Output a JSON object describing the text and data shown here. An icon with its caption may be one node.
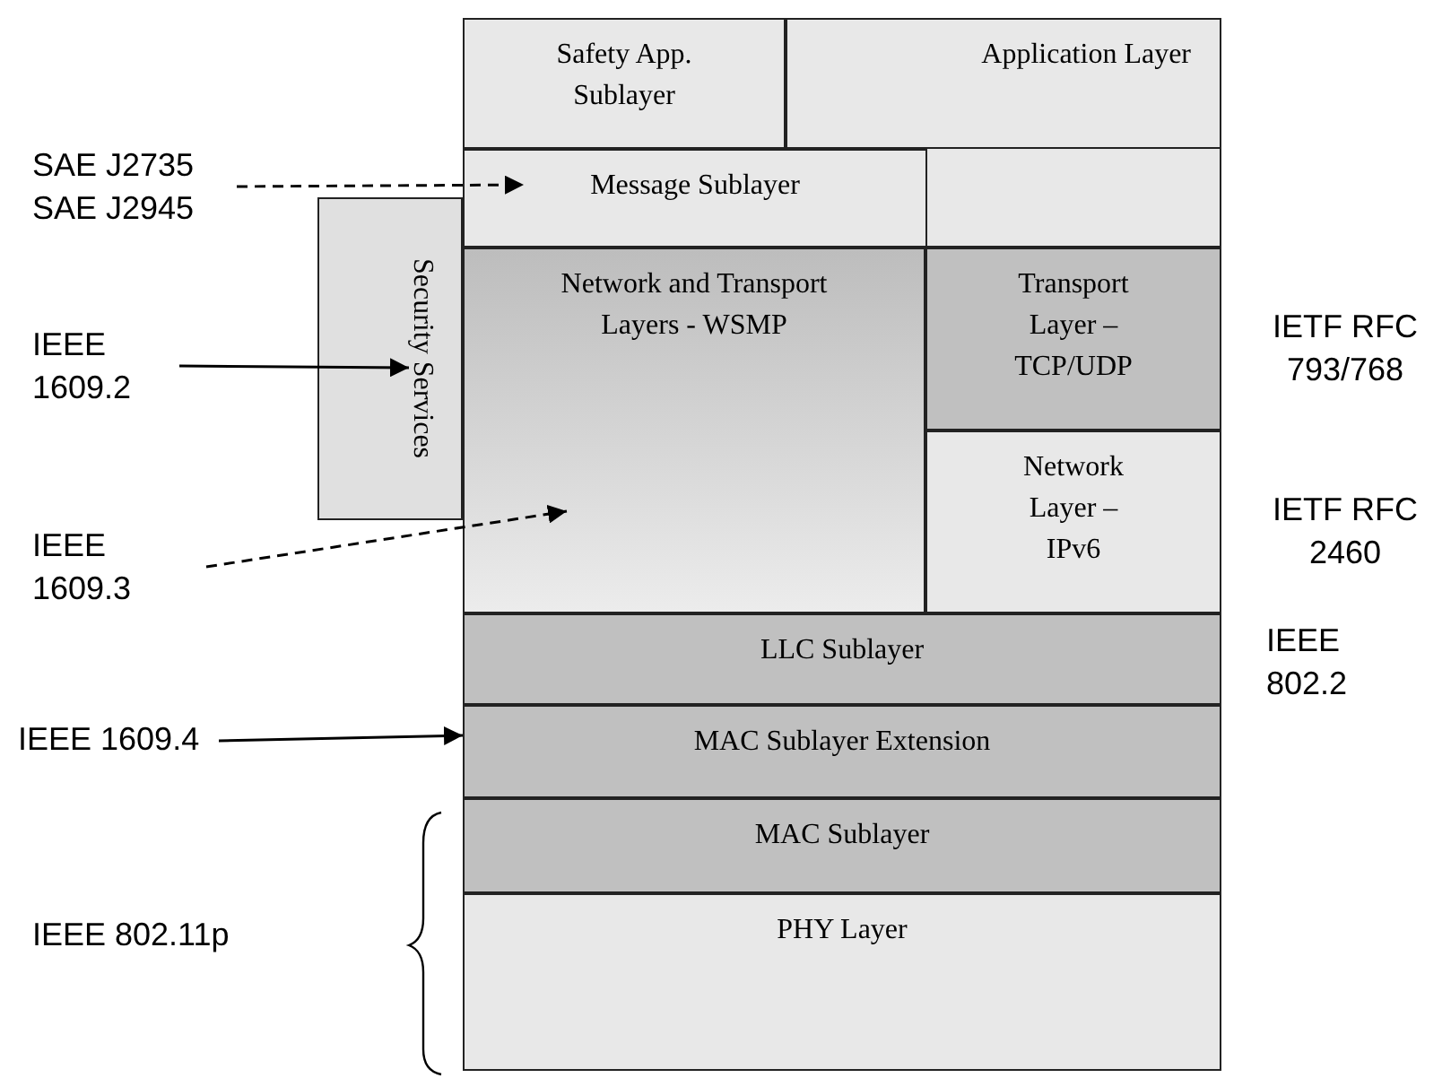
{
  "diagram": {
    "nodes": [
      {
        "text": [
          "Safety App. Sublayer"
        ]
      },
      {
        "text": [
          "Application Layer"
        ]
      },
      {
        "text": [
          "Message Sublayer"
        ]
      },
      {
        "text": [
          "Security Services"
        ]
      },
      {
        "text": [
          "Network and Transport Layers - WSMP"
        ]
      },
      {
        "text": [
          "Transport Layer – TCP/UDP"
        ]
      },
      {
        "text": [
          "Network Layer – IPv6"
        ]
      },
      {
        "text": [
          "LLC Sublayer"
        ]
      },
      {
        "text": [
          "MAC Sublayer Extension"
        ]
      },
      {
        "text": [
          "MAC Sublayer"
        ]
      },
      {
        "text": [
          "PHY Layer"
        ]
      },
      {
        "text": [
          "SAE J2735 SAE J2945"
        ]
      },
      {
        "text": [
          "IEEE 1609.2"
        ]
      },
      {
        "text": [
          "IEEE 1609.3"
        ]
      },
      {
        "text": [
          "IEEE 1609.4"
        ]
      }
    ],
    "edges": [
      {
        "from": 11,
        "to": 2,
        "arrow": "to",
        "style": "dashed"
      },
      {
        "from": 12,
        "to": 3,
        "arrow": "to"
      },
      {
        "from": 13,
        "to": 4,
        "arrow": "to",
        "style": "dashed"
      },
      {
        "from": 14,
        "to": 8,
        "arrow": "to"
      }
    ],
    "labels": [
      "IETF RFC 793/768",
      "IETF RFC 2460",
      "IEEE 802.2",
      "IEEE 802.11p"
    ]
  }
}
